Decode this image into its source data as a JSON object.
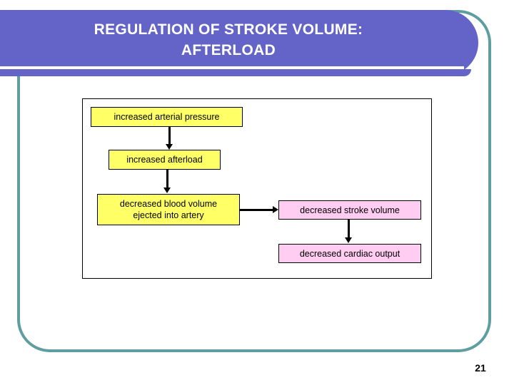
{
  "slide": {
    "title": "REGULATION OF STROKE VOLUME:\nAFTERLOAD",
    "page_number": "21",
    "colors": {
      "banner": "#6464c8",
      "frame_border": "#5f9ea0",
      "node_yellow": "#ffff66",
      "node_pink": "#ffccf2",
      "text": "#000000",
      "title_text": "#ffffff"
    }
  },
  "diagram": {
    "type": "flowchart",
    "nodes": [
      {
        "id": "arterial-pressure",
        "label": "increased arterial pressure",
        "fill": "#ffff66"
      },
      {
        "id": "afterload",
        "label": "increased afterload",
        "fill": "#ffff66"
      },
      {
        "id": "blood-volume",
        "label": "decreased blood volume\nejected into artery",
        "fill": "#ffff66"
      },
      {
        "id": "stroke-volume",
        "label": "decreased stroke volume",
        "fill": "#ffccf2"
      },
      {
        "id": "cardiac-output",
        "label": "decreased cardiac output",
        "fill": "#ffccf2"
      }
    ],
    "edges": [
      {
        "from": "arterial-pressure",
        "to": "afterload",
        "direction": "down"
      },
      {
        "from": "afterload",
        "to": "blood-volume",
        "direction": "down"
      },
      {
        "from": "blood-volume",
        "to": "stroke-volume",
        "direction": "right"
      },
      {
        "from": "stroke-volume",
        "to": "cardiac-output",
        "direction": "down"
      }
    ]
  }
}
